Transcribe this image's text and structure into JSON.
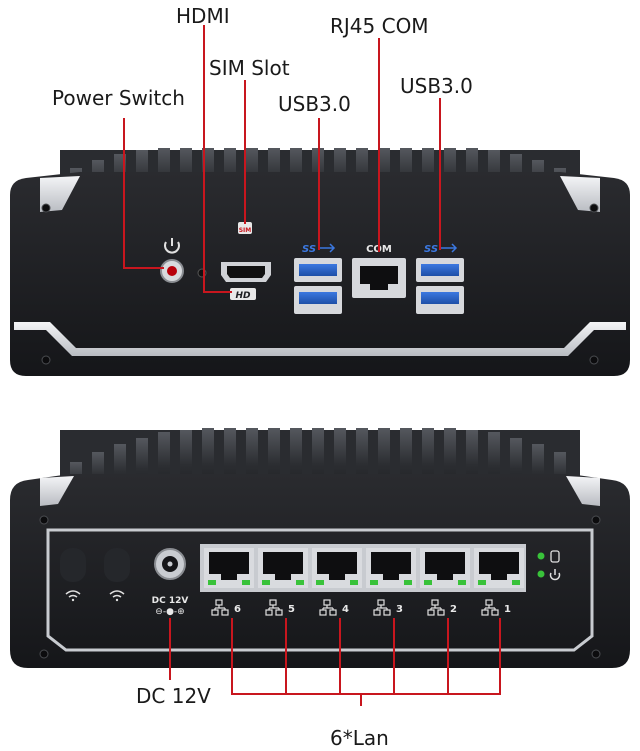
{
  "callouts": {
    "hdmi": "HDMI",
    "rj45_com": "RJ45 COM",
    "sim_slot": "SIM Slot",
    "power_switch": "Power Switch",
    "usb_left": "USB3.0",
    "usb_right": "USB3.0",
    "dc_in": "DC 12V",
    "lan": "6*Lan"
  },
  "panel_marks": {
    "com": "COM",
    "usb_logo": "SS",
    "hd": "HD",
    "sim": "SIM",
    "dc_label": "DC 12V",
    "dc_polarity": "⊖-●-⊕",
    "lan_numbers": [
      "6",
      "5",
      "4",
      "3",
      "2",
      "1"
    ]
  },
  "icons": [
    "power-icon",
    "wifi-icon",
    "lan-icon",
    "usb-ss-icon",
    "hd-icon",
    "sim-icon",
    "hdd-icon"
  ],
  "colors": {
    "callout_line": "#c8161e",
    "chassis": "#1c1d20",
    "fin": "#3a3c40",
    "silver": "#e6e8ec",
    "usb_blue": "#2b63c8",
    "led_green": "#39c23a"
  }
}
